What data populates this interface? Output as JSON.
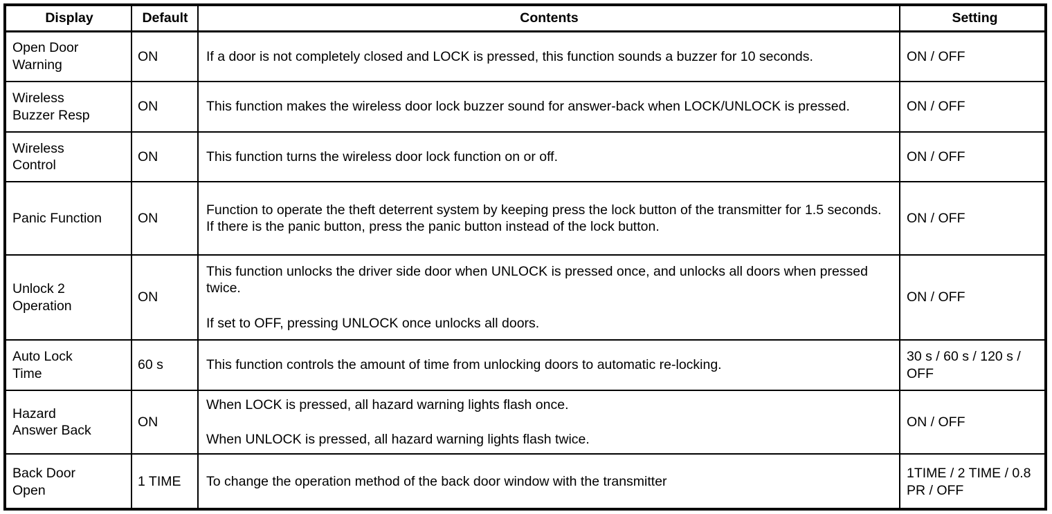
{
  "table": {
    "columns": [
      {
        "key": "display",
        "label": "Display"
      },
      {
        "key": "default",
        "label": "Default"
      },
      {
        "key": "contents",
        "label": "Contents"
      },
      {
        "key": "setting",
        "label": "Setting"
      }
    ],
    "rows": [
      {
        "display": "Open Door\nWarning",
        "default": "ON",
        "contents": [
          "If a door is not completely closed and LOCK is pressed, this function sounds a buzzer for 10 seconds."
        ],
        "setting": "ON / OFF"
      },
      {
        "display": "Wireless\nBuzzer Resp",
        "default": "ON",
        "contents": [
          "This function makes the wireless door lock buzzer sound for answer-back when LOCK/UNLOCK is pressed."
        ],
        "setting": "ON / OFF"
      },
      {
        "display": "Wireless\nControl",
        "default": "ON",
        "contents": [
          "This function turns the wireless door lock function on or off."
        ],
        "setting": "ON / OFF"
      },
      {
        "display": "Panic Function",
        "default": "ON",
        "contents": [
          "Function to operate the theft deterrent system by keeping press the lock button of the transmitter for 1.5 seconds. If there is the panic button, press the panic button instead of the lock button."
        ],
        "setting": "ON / OFF"
      },
      {
        "display": "Unlock 2\nOperation",
        "default": "ON",
        "contents": [
          "This function unlocks the driver side door when UNLOCK is pressed once, and unlocks all doors when pressed twice.",
          "If set to OFF, pressing UNLOCK once unlocks all doors."
        ],
        "setting": "ON / OFF"
      },
      {
        "display": "Auto Lock\nTime",
        "default": "60 s",
        "contents": [
          "This function controls the amount of time from unlocking doors to automatic re-locking."
        ],
        "setting": "30 s / 60 s / 120 s / OFF"
      },
      {
        "display": "Hazard\nAnswer Back",
        "default": "ON",
        "contents": [
          "When LOCK is pressed, all hazard warning lights flash once.",
          "When UNLOCK is pressed, all hazard warning lights flash twice."
        ],
        "setting": "ON / OFF"
      },
      {
        "display": "Back Door\nOpen",
        "default": "1 TIME",
        "contents": [
          "To change the operation method of the back door window with the transmitter"
        ],
        "setting": "1TIME / 2 TIME / 0.8 PR / OFF"
      }
    ]
  }
}
